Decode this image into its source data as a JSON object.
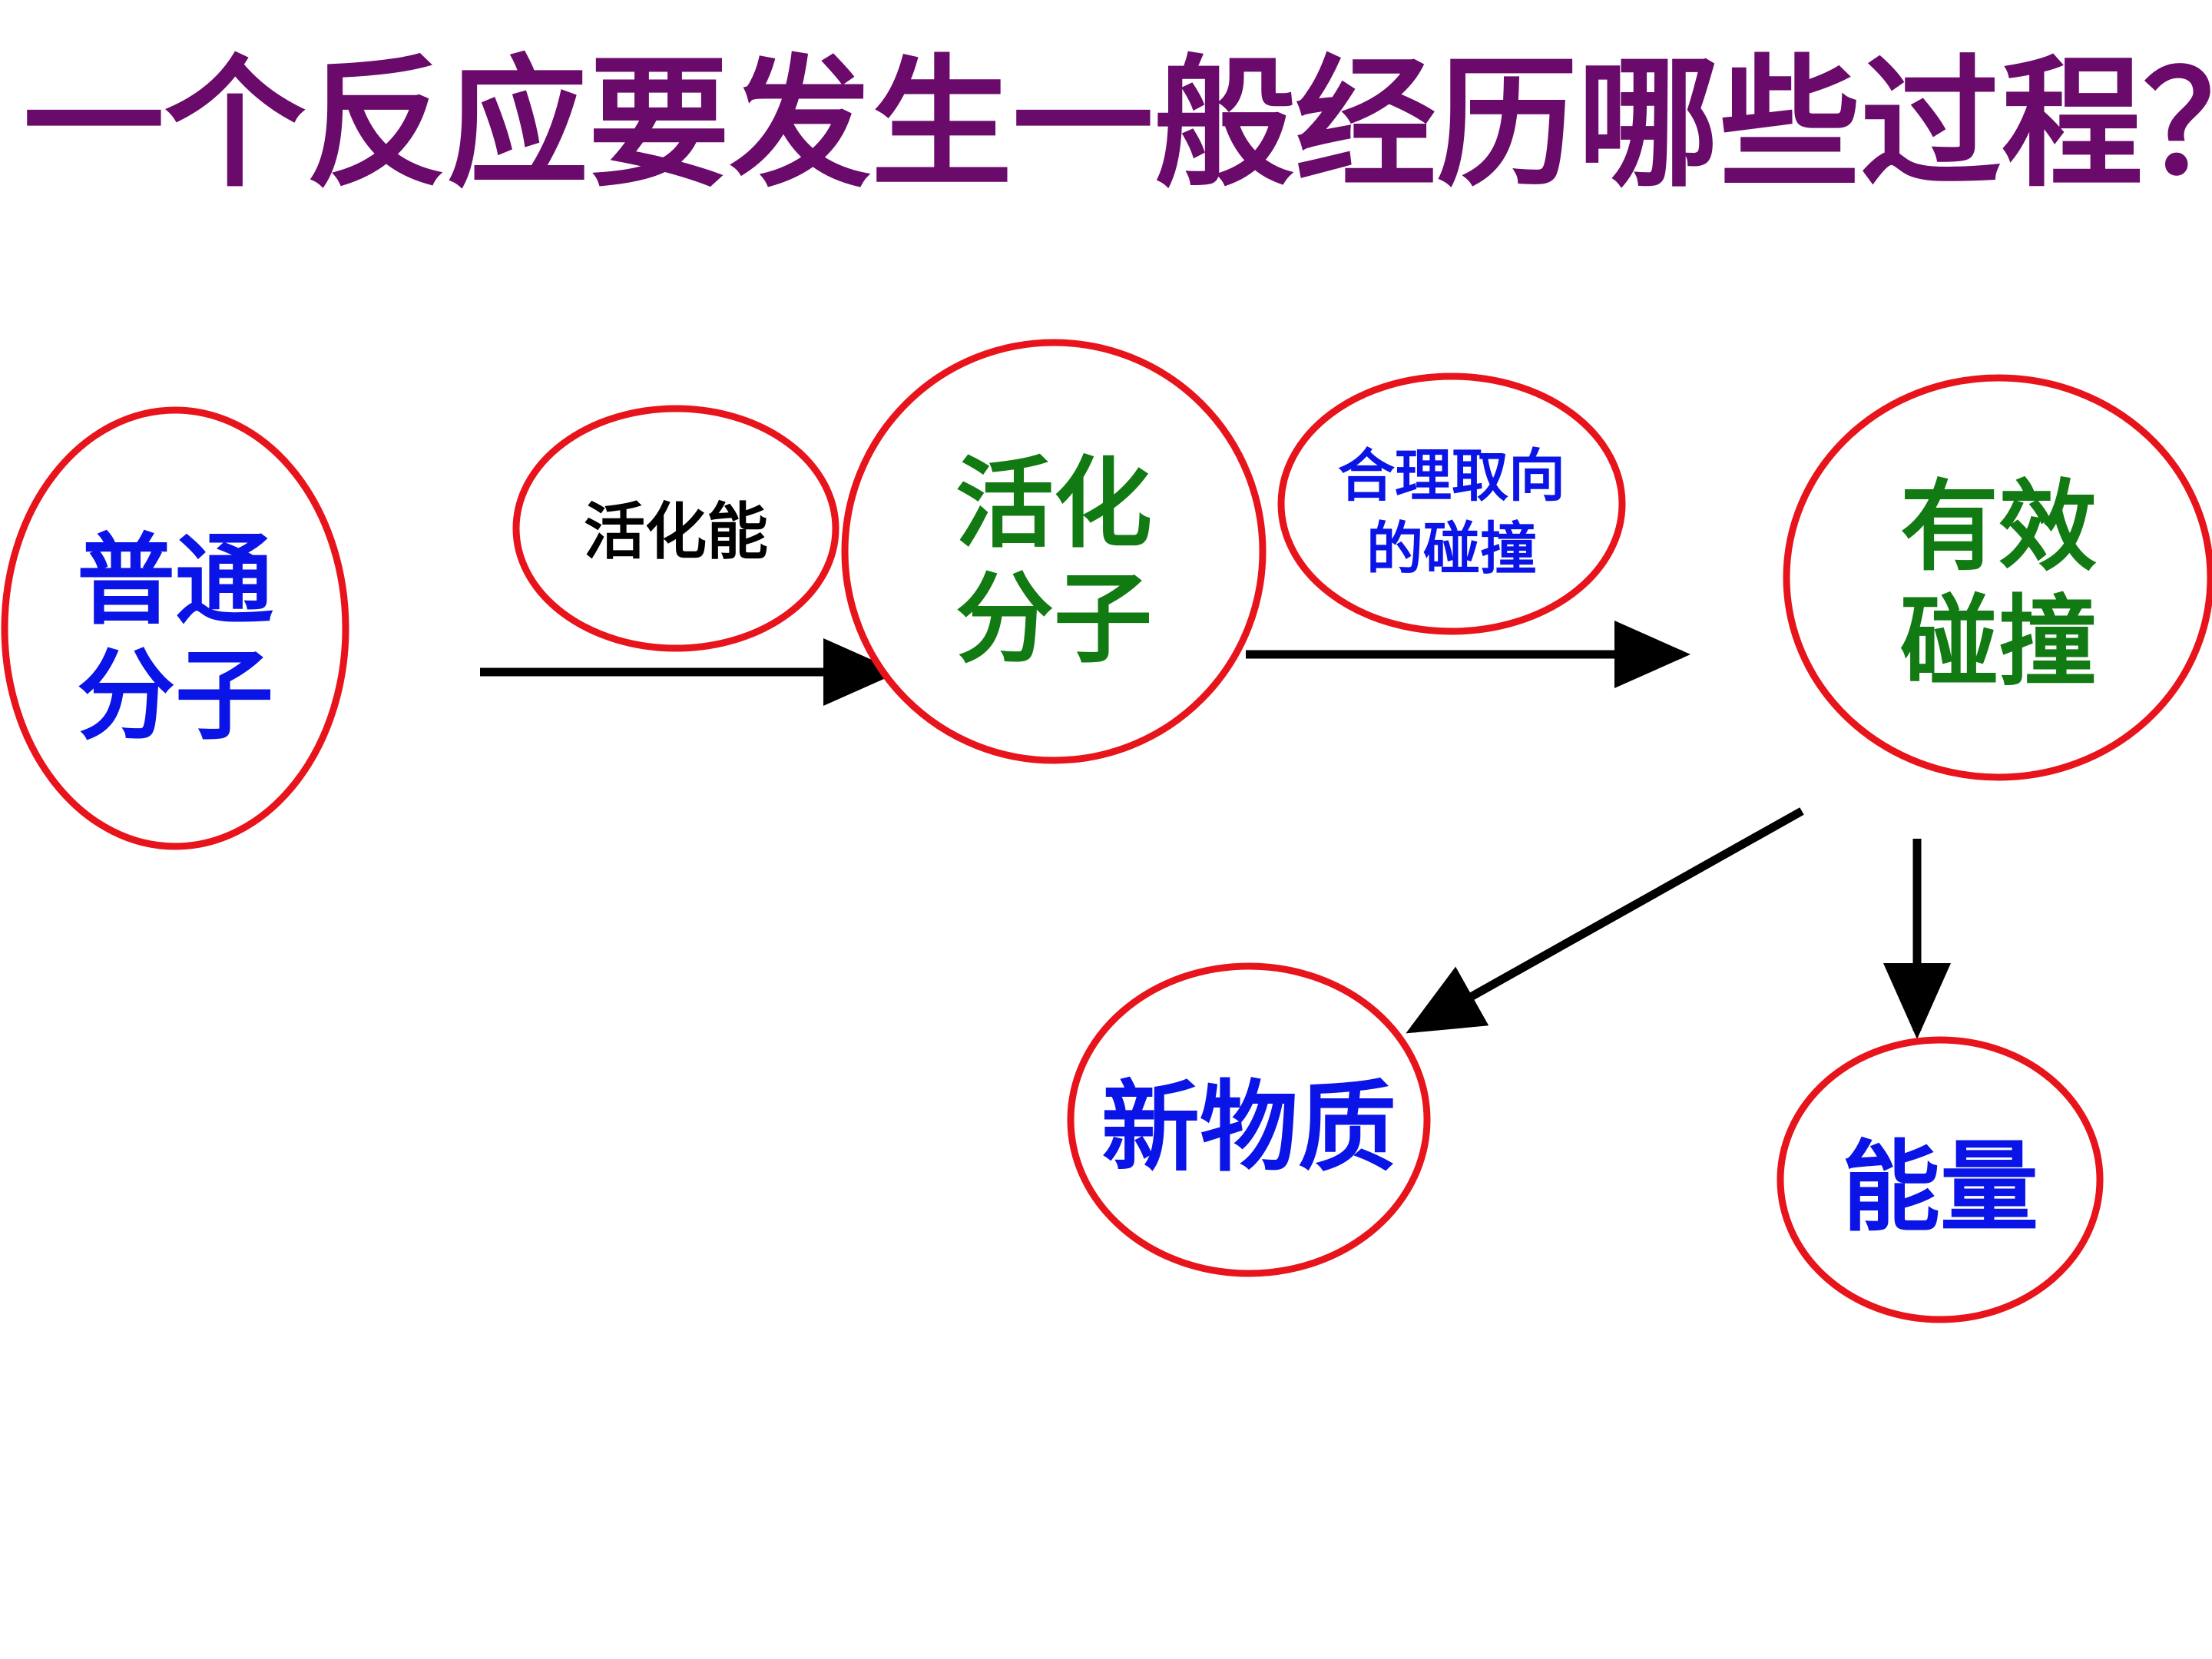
{
  "title": "一个反应要发生一般经历哪些过程？",
  "colors": {
    "title": "#6a0a6a",
    "circle_stroke": "#e8141c",
    "blue_text": "#0a14e6",
    "green_text": "#127a12",
    "black_text": "#000000",
    "arrow": "#000000"
  },
  "nodes": {
    "ordinary_molecules": {
      "line1": "普通",
      "line2": "分子"
    },
    "activation_energy": {
      "label": "活化能"
    },
    "activated_molecules": {
      "line1": "活化",
      "line2": "分子"
    },
    "proper_orientation": {
      "line1": "合理取向",
      "line2": "的碰撞"
    },
    "effective_collision": {
      "line1": "有效",
      "line2": "碰撞"
    },
    "new_substance": {
      "label": "新物质"
    },
    "energy": {
      "label": "能量"
    }
  }
}
